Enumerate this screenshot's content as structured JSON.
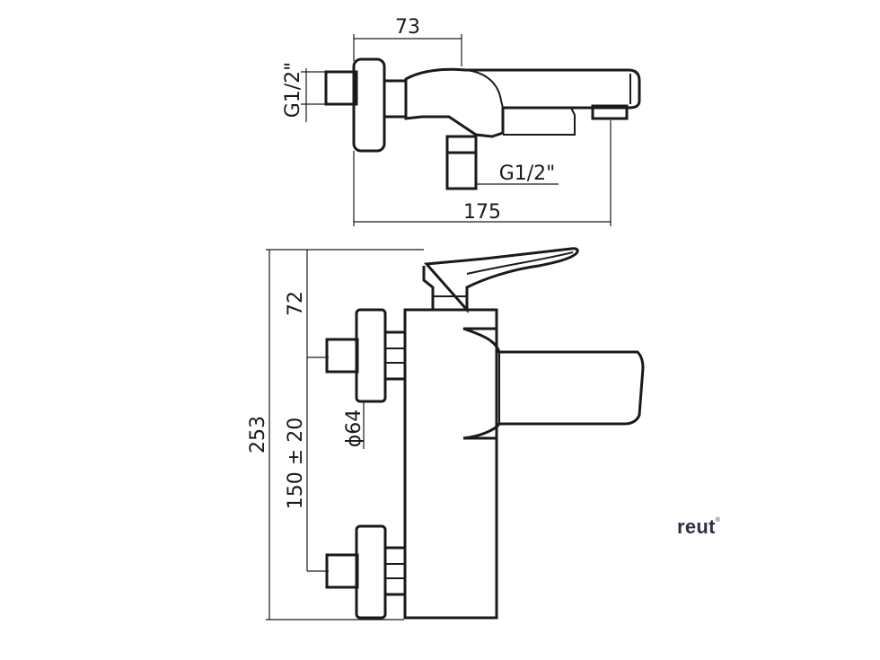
{
  "dimensions": {
    "top_width": "73",
    "top_inlet_left": "G1/2\"",
    "top_inlet_bottom": "G1/2\"",
    "top_length": "175",
    "height_total": "253",
    "height_top": "72",
    "spacing": "150 ± 20",
    "diameter": "ϕ64"
  },
  "brand": {
    "name": "reut",
    "mark": "®",
    "color": "#2a3140"
  },
  "colors": {
    "line": "#1a1a1a",
    "background": "#ffffff"
  }
}
